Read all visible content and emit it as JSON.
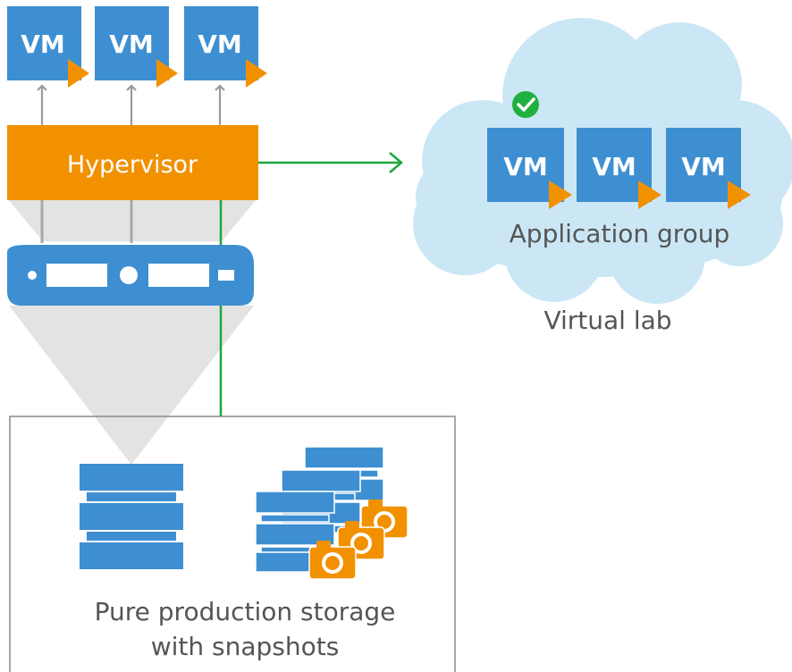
{
  "colors": {
    "vm_blue": "#3d8fd1",
    "vm_blue_dark": "#2f7fc4",
    "orange": "#f29100",
    "green_line": "#1aa83a",
    "check_green": "#20b040",
    "cloud_fill": "#cbe7f5",
    "beam_gray": "#e3e3e3",
    "arrow_gray": "#9a9a9a",
    "box_border": "#8a8a8a",
    "text_gray": "#555555"
  },
  "production_vms": [
    {
      "label": "VM"
    },
    {
      "label": "VM"
    },
    {
      "label": "VM"
    }
  ],
  "hypervisor": {
    "label": "Hypervisor"
  },
  "server": {
    "icon": "server-icon"
  },
  "virtual_lab": {
    "caption": "Virtual lab",
    "application_group": {
      "caption": "Application group",
      "status_icon": "check-circle-icon",
      "vms": [
        {
          "label": "VM"
        },
        {
          "label": "VM"
        },
        {
          "label": "VM"
        }
      ]
    }
  },
  "storage": {
    "caption_line1": "Pure production storage",
    "caption_line2": "with snapshots",
    "storage_icon": "storage-stack-icon",
    "snapshot_icon": "camera-icon"
  }
}
